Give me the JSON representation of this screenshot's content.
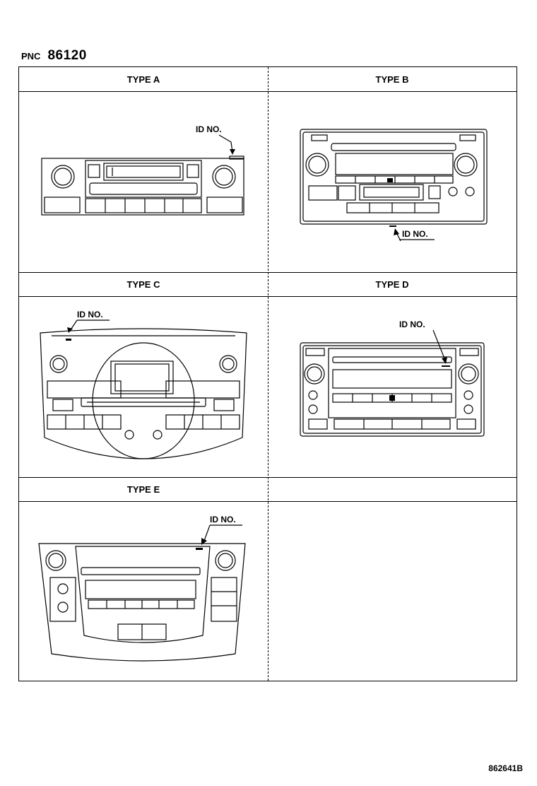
{
  "header": {
    "pnc_label": "PNC",
    "pnc_number": "86120"
  },
  "cells": [
    {
      "title": "TYPE A",
      "callout": "ID NO."
    },
    {
      "title": "TYPE B",
      "callout": "ID NO."
    },
    {
      "title": "TYPE C",
      "callout": "ID NO."
    },
    {
      "title": "TYPE D",
      "callout": "ID NO."
    },
    {
      "title": "TYPE E",
      "callout": "ID NO."
    },
    {
      "title": ""
    }
  ],
  "footer": {
    "code": "862641B"
  }
}
